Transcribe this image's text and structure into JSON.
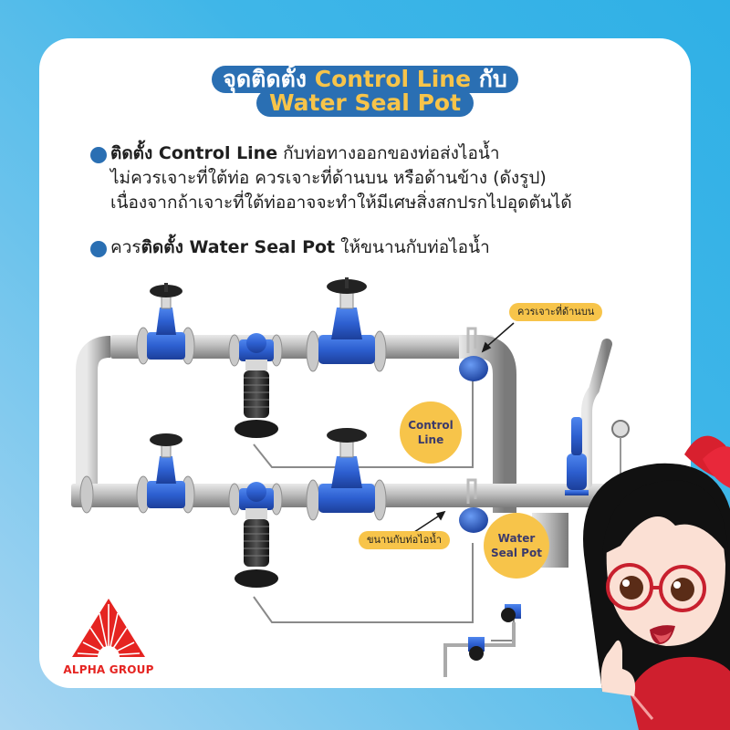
{
  "title": {
    "line1_prefix": "จุดติดตั้ง ",
    "line1_highlight": "Control Line",
    "line1_suffix": " กับ",
    "line2_highlight": "Water Seal Pot"
  },
  "bullets": [
    {
      "bold": "ติดตั้ง Control Line",
      "rest": " กับท่อทางออกของท่อส่งไอน้ำ",
      "line2": "ไม่ควรเจาะที่ใต้ท่อ ควรเจาะที่ด้านบน หรือด้านข้าง (ดังรูป)",
      "line3": "เนื่องจากถ้าเจาะที่ใต้ท่ออาจจะทำให้มีเศษสิ่งสกปรกไปอุดตันได้"
    },
    {
      "prefix": "ควร",
      "bold": "ติดตั้ง  Water Seal Pot",
      "rest": " ให้ขนานกับท่อไอน้ำ"
    }
  ],
  "diagram": {
    "callout_top": "ควรเจาะที่ด้านบน",
    "callout_parallel": "ขนานกับท่อไอน้ำ",
    "bubble_control_line": [
      "Control",
      "Line"
    ],
    "bubble_water_seal_pot": [
      "Water",
      "Seal Pot"
    ]
  },
  "logo": {
    "text": "ALPHA GROUP"
  },
  "colors": {
    "title_bg": "#2a6fb3",
    "title_highlight": "#f7c44a",
    "bullet_dot": "#2a6fb3",
    "callout_bg": "#f7c44a",
    "valve_blue": "#2d5fd0",
    "logo_red": "#e52421",
    "background_blue": "#2fb0e6"
  }
}
